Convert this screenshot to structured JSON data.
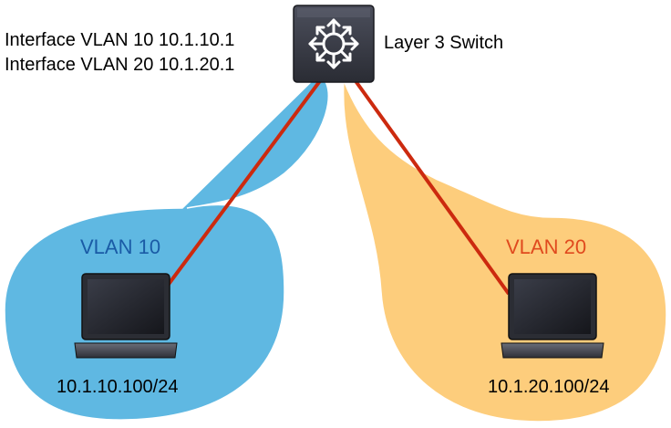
{
  "switch": {
    "label": "Layer 3 Switch",
    "icon": "layer3-switch-icon",
    "interfaces": [
      "Interface VLAN 10 10.1.10.1",
      "Interface VLAN 20 10.1.20.1"
    ]
  },
  "vlans": [
    {
      "name": "VLAN 10",
      "host_address": "10.1.10.100/24",
      "fill_color": "#5FB8E2",
      "label_color": "#1A5BA6",
      "icon": "laptop-icon"
    },
    {
      "name": "VLAN 20",
      "host_address": "10.1.20.100/24",
      "fill_color": "#FDCD7C",
      "label_color": "#E04A1E",
      "icon": "laptop-icon"
    }
  ],
  "link_color": "#CC2A0F"
}
